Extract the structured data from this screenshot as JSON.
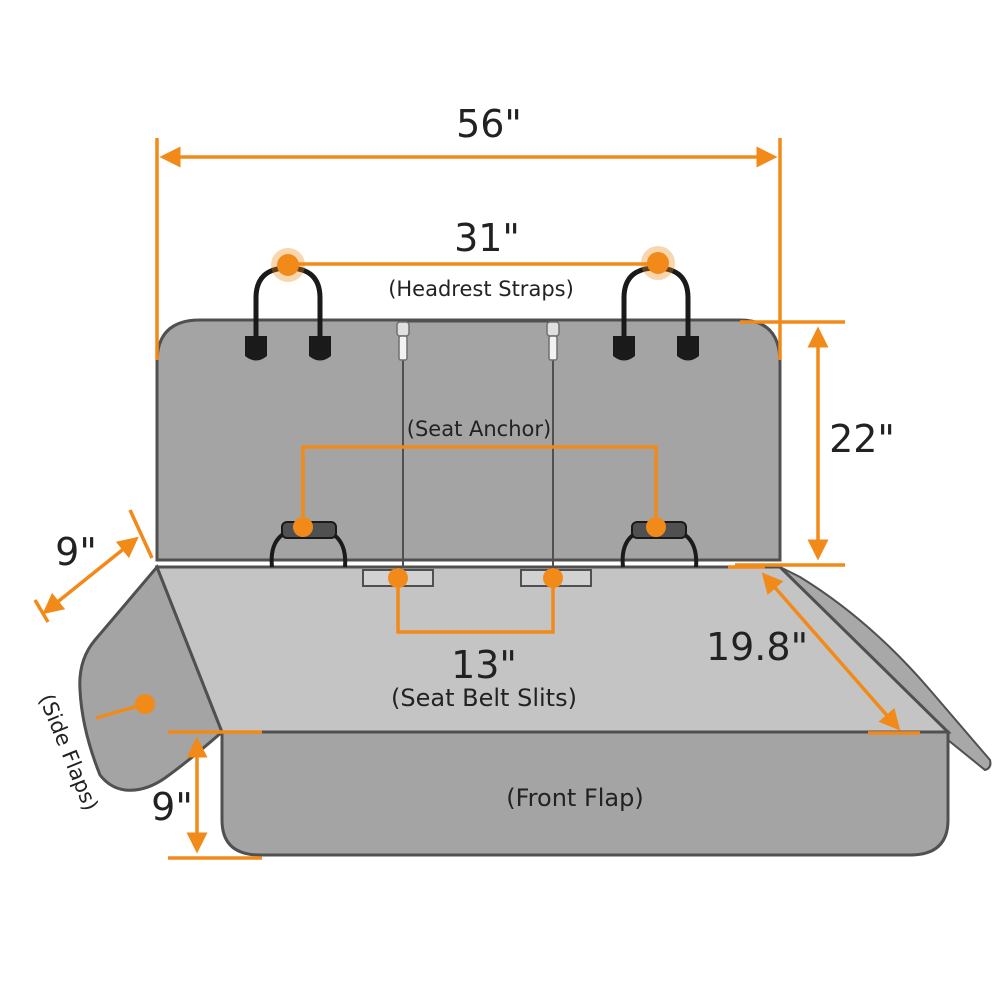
{
  "colors": {
    "accent": "#f28a1a",
    "cover_dark": "#a4a4a4",
    "cover_light": "#c4c4c4",
    "outline": "#505050",
    "strap": "#1a1a1a"
  },
  "dimensions": {
    "width": "56\"",
    "headrest_span": "31\"",
    "backrest_height": "22\"",
    "side_flap_width": "9\"",
    "front_flap_height": "9\"",
    "seat_depth": "19.8\"",
    "belt_slit_span": "13\""
  },
  "callouts": {
    "headrest_straps": "(Headrest Straps)",
    "seat_anchor": "(Seat Anchor)",
    "seat_belt_slits": "(Seat Belt Slits)",
    "front_flap": "(Front Flap)",
    "side_flaps": "(Side Flaps)"
  }
}
